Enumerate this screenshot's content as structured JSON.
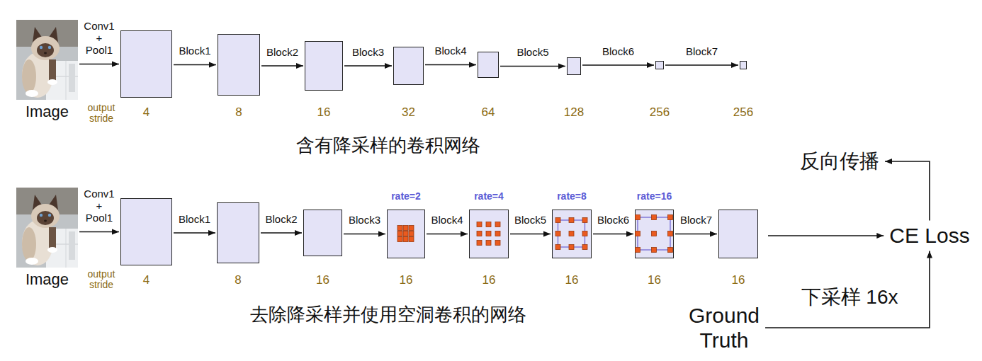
{
  "diagram": {
    "nodes": [
      {
        "text": [
          "Image"
        ]
      },
      {
        "text": [
          "4"
        ]
      },
      {
        "text": [
          "8"
        ]
      },
      {
        "text": [
          "16"
        ]
      },
      {
        "text": [
          "32"
        ]
      },
      {
        "text": [
          "64"
        ]
      },
      {
        "text": [
          "128"
        ]
      },
      {
        "text": [
          "256"
        ]
      },
      {
        "text": [
          "256"
        ]
      },
      {
        "text": [
          "Image"
        ]
      },
      {
        "text": [
          "4"
        ]
      },
      {
        "text": [
          "8"
        ]
      },
      {
        "text": [
          "16"
        ]
      },
      {
        "text": [
          "rate=2",
          "16"
        ]
      },
      {
        "text": [
          "rate=4",
          "16"
        ]
      },
      {
        "text": [
          "rate=8",
          "16"
        ]
      },
      {
        "text": [
          "rate=16",
          "16"
        ]
      },
      {
        "text": [
          "16"
        ]
      },
      {
        "text": [
          "反向传播"
        ]
      },
      {
        "text": [
          "CE Loss"
        ]
      },
      {
        "text": [
          "Ground Truth"
        ]
      }
    ],
    "edges": [
      {
        "from": 0,
        "to": 1,
        "label": "Conv1 + Pool1",
        "arrow": "to"
      },
      {
        "from": 1,
        "to": 2,
        "label": "Block1",
        "arrow": "to"
      },
      {
        "from": 2,
        "to": 3,
        "label": "Block2",
        "arrow": "to"
      },
      {
        "from": 3,
        "to": 4,
        "label": "Block3",
        "arrow": "to"
      },
      {
        "from": 4,
        "to": 5,
        "label": "Block4",
        "arrow": "to"
      },
      {
        "from": 5,
        "to": 6,
        "label": "Block5",
        "arrow": "to"
      },
      {
        "from": 6,
        "to": 7,
        "label": "Block6",
        "arrow": "to"
      },
      {
        "from": 7,
        "to": 8,
        "label": "Block7",
        "arrow": "to"
      },
      {
        "from": 9,
        "to": 10,
        "label": "Conv1 + Pool1",
        "arrow": "to"
      },
      {
        "from": 10,
        "to": 11,
        "label": "Block1",
        "arrow": "to"
      },
      {
        "from": 11,
        "to": 12,
        "label": "Block2",
        "arrow": "to"
      },
      {
        "from": 12,
        "to": 13,
        "label": "Block3",
        "arrow": "to"
      },
      {
        "from": 13,
        "to": 14,
        "label": "Block4",
        "arrow": "to"
      },
      {
        "from": 14,
        "to": 15,
        "label": "Block5",
        "arrow": "to"
      },
      {
        "from": 15,
        "to": 16,
        "label": "Block6",
        "arrow": "to"
      },
      {
        "from": 16,
        "to": 17,
        "label": "Block7",
        "arrow": "to"
      },
      {
        "from": 17,
        "to": 19,
        "arrow": "to"
      },
      {
        "from": 20,
        "to": 19,
        "label": "下采样 16x",
        "arrow": "to"
      },
      {
        "from": 19,
        "to": 18,
        "arrow": "to"
      }
    ],
    "labels": [
      "output stride",
      "含有降采样的卷积网络",
      "output stride",
      "去除降采样并使用空洞卷积的网络"
    ]
  }
}
